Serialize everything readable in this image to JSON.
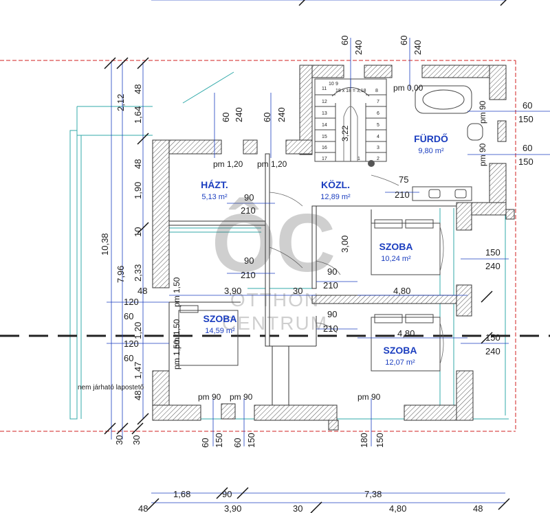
{
  "rooms": {
    "hazt": {
      "name": "HÁZT.",
      "area": "5,13 m²"
    },
    "kozl": {
      "name": "KÖZL.",
      "area": "12,89 m²"
    },
    "furdo": {
      "name": "FÜRDŐ",
      "area": "9,80 m²"
    },
    "szoba_middle": {
      "name": "SZOBA",
      "area": "10,24 m²"
    },
    "szoba_left": {
      "name": "SZOBA",
      "area": "14,59 m²"
    },
    "szoba_lower": {
      "name": "SZOBA",
      "area": "12,07 m²"
    }
  },
  "openings": {
    "pm_120_a": "pm 1,20",
    "pm_120_b": "pm 1,20",
    "pm_000": "pm 0,00",
    "pm_90_a": "pm 90",
    "pm_90_b": "pm 90",
    "pm_90_c": "pm 90",
    "pm_90_d": "pm 90",
    "pm_90_e": "pm 90",
    "pm_150_a": "pm 1,50",
    "pm_150_b": "pm 1,50",
    "pm_150_c": "pm 1,50"
  },
  "stair": {
    "label": "18 x 18 = 3,18",
    "width": "3,22",
    "steps": [
      "11",
      "12",
      "13",
      "14",
      "15",
      "16",
      "17",
      "10",
      "9",
      "8",
      "7",
      "6",
      "5",
      "4",
      "3",
      "2",
      "1"
    ]
  },
  "door_labels": {
    "d90_hazt": "90",
    "d210_hazt": "210",
    "d90_mid": "90",
    "d210_mid": "210",
    "d90_kozl1": "90",
    "d210_kozl1": "210",
    "d90_kozl2": "90",
    "d210_kozl2": "210",
    "d75": "75",
    "d210_furdo": "210",
    "d150_a": "150",
    "d240_a": "240",
    "d150_b": "150",
    "d240_b": "240"
  },
  "window_labels_top": [
    "60",
    "240",
    "60",
    "240",
    "60",
    "240",
    "60",
    "240"
  ],
  "window_labels_right": [
    "60",
    "150",
    "60",
    "150"
  ],
  "window_labels_bottom": [
    "60",
    "150",
    "60",
    "150",
    "180",
    "150"
  ],
  "left_dims": [
    "2,12",
    "48",
    "1,64",
    "48",
    "1,90",
    "10",
    "2,33",
    "10,38",
    "7,96",
    "48",
    "1,20",
    "1,47",
    "48"
  ],
  "left_small_dims": [
    "120",
    "60",
    "120",
    "60",
    "48"
  ],
  "inner_dims": {
    "w390": "3,90",
    "w30": "30",
    "w480a": "4,80",
    "w480b": "4,80",
    "h300": "3,00"
  },
  "bottom_dims_row1": [
    "1,68",
    "90",
    "7,38"
  ],
  "bottom_dims_row2": [
    "48",
    "3,90",
    "30",
    "4,80",
    "48"
  ],
  "bottom_small": [
    "30",
    "30"
  ],
  "roof_note": "nem járható lapostető",
  "watermark": {
    "letters": "ÔC",
    "line1": "OTTHON",
    "line2": "CENTRUM"
  },
  "colors": {
    "wall_hatch": "#4a4a4a",
    "dim_blue": "#1a3dbf",
    "cyan": "#30a9a9",
    "red_dash": "#d11f1f"
  }
}
